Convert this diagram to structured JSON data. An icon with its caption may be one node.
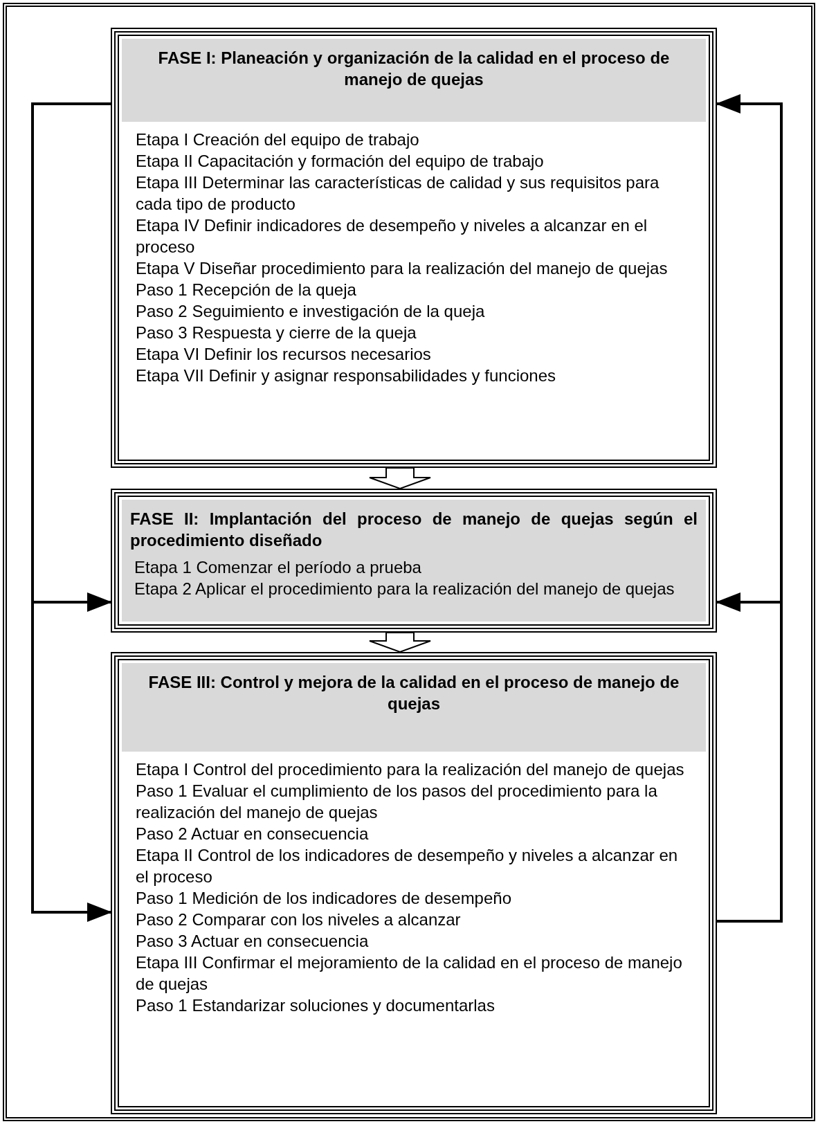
{
  "diagram": {
    "nodes": [
      {
        "text": [
          "FASE I: Planeación y organización de la calidad en el proceso de manejo de quejas",
          "Etapa I Creación del equipo de trabajo",
          "Etapa II Capacitación y formación del equipo de trabajo",
          "Etapa III Determinar las características de calidad y sus requisitos para cada tipo de producto",
          "Etapa IV Definir indicadores de desempeño y niveles a alcanzar en el proceso",
          "Etapa V Diseñar procedimiento para la realización del manejo de quejas",
          "Paso 1 Recepción de la queja",
          "Paso 2 Seguimiento e investigación de la queja",
          "Paso 3 Respuesta y cierre de la queja",
          "Etapa VI Definir los recursos necesarios",
          "Etapa VII Definir y asignar responsabilidades y funciones"
        ]
      },
      {
        "text": [
          "FASE II: Implantación del proceso de manejo de quejas según el procedimiento diseñado",
          "Etapa 1 Comenzar el período a prueba",
          "Etapa 2 Aplicar el procedimiento para la realización del manejo de quejas"
        ]
      },
      {
        "text": [
          "FASE III: Control y mejora de la calidad en el proceso de manejo de quejas",
          "Etapa I Control del procedimiento para la realización del manejo de quejas",
          "Paso 1 Evaluar el cumplimiento de los pasos del procedimiento para la realización del manejo de quejas",
          "Paso 2 Actuar en consecuencia",
          "Etapa II Control de los indicadores de desempeño y niveles a alcanzar en el proceso",
          "Paso 1 Medición de los indicadores de desempeño",
          "Paso 2 Comparar con los niveles a alcanzar",
          "Paso 3 Actuar en consecuencia",
          "Etapa III Confirmar el mejoramiento de la calidad en el proceso de manejo de quejas",
          "Paso 1 Estandarizar soluciones y documentarlas"
        ]
      }
    ],
    "edges": [
      {
        "from": 0,
        "to": 1,
        "arrow": "to",
        "style": "thick"
      },
      {
        "from": 1,
        "to": 2,
        "arrow": "to",
        "style": "thick"
      },
      {
        "from": 0,
        "to": 1,
        "arrow": "to"
      },
      {
        "from": 0,
        "to": 2,
        "arrow": "to"
      },
      {
        "from": 2,
        "to": 0,
        "arrow": "to"
      },
      {
        "from": 2,
        "to": 1,
        "arrow": "to"
      }
    ]
  }
}
